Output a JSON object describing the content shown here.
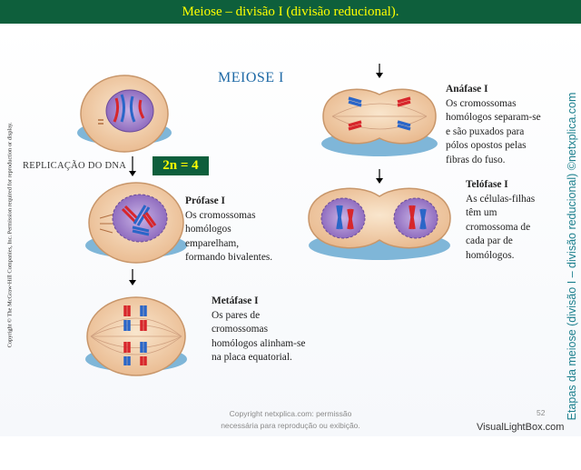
{
  "header": {
    "title": "Meiose – divisão I (divisão reducional)."
  },
  "diagram": {
    "title": "MEIOSE I",
    "replication_label": "REPLICAÇÃO DO DNA",
    "ploidy_label": "2n = 4",
    "side_copyright": "Copyright © The McGraw-Hill Companies, Inc. Permission required for reproduction or display.",
    "side_title": "Etapas da meiose (divisão I – divisão reducional) ©netxplica.com",
    "phases": [
      {
        "name": "Prófase I",
        "lines": [
          "Os cromossomas",
          "homólogos",
          "emparelham,",
          "formando bivalentes."
        ]
      },
      {
        "name": "Metáfase I",
        "lines": [
          "Os pares de",
          "cromossomas",
          "homólogos alinham-se",
          "na placa equatorial."
        ]
      },
      {
        "name": "Anáfase I",
        "lines": [
          "Os cromossomas",
          "homólogos separam-se",
          "e são puxados para",
          "pólos opostos pelas",
          "fibras do fuso."
        ]
      },
      {
        "name": "Telófase I",
        "lines": [
          "As células-filhas",
          "têm um",
          "cromossoma de",
          "cada par de",
          "homólogos."
        ]
      }
    ],
    "colors": {
      "paternal": "#d7262b",
      "maternal": "#2a66c8",
      "nucleus": "#9a7fc4",
      "cytoplasm": "#f3d3b0",
      "title_bar": "#0e5f3c"
    }
  },
  "footer": {
    "line1": "Copyright netxplica.com: permissão",
    "line2": "necessária para reprodução ou exibição.",
    "page": "52"
  },
  "watermark": "VisualLightBox.com"
}
